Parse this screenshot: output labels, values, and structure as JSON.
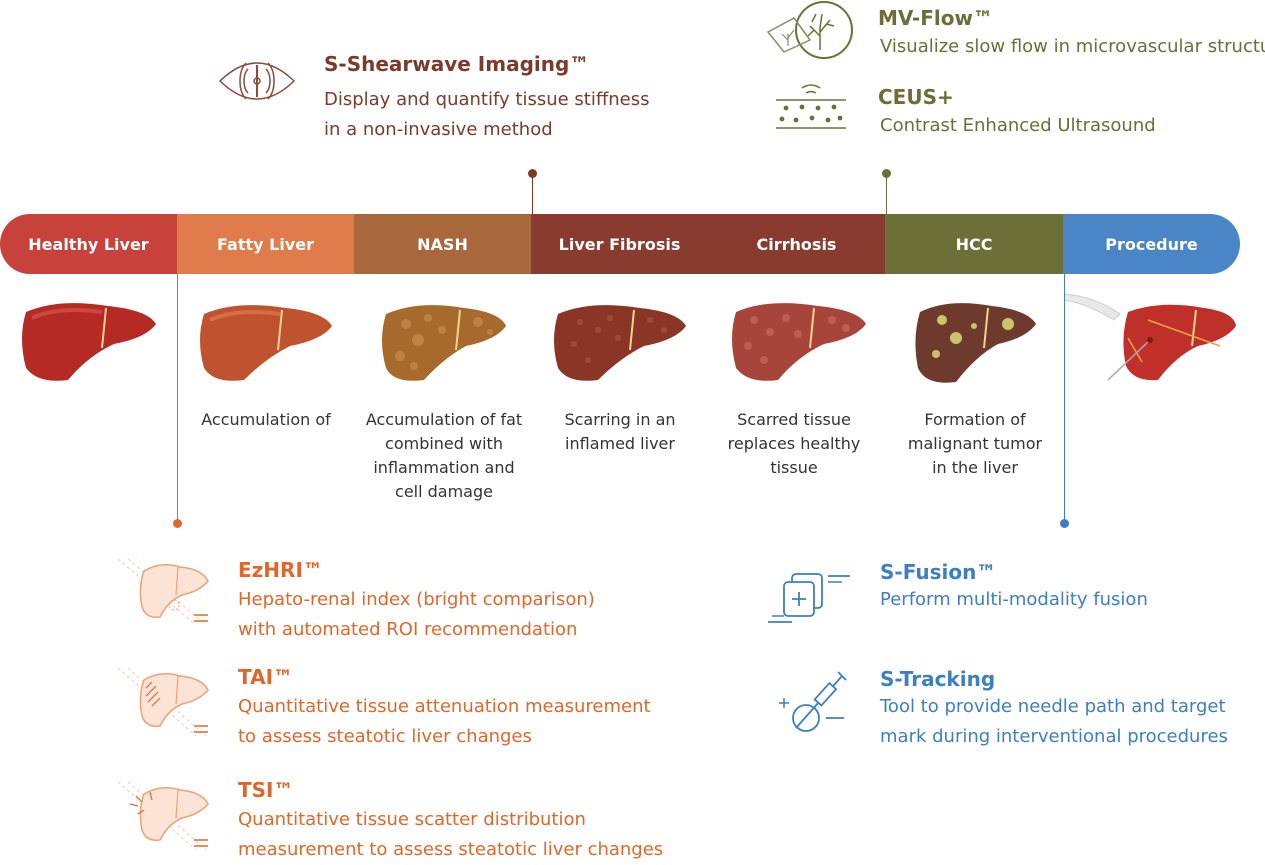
{
  "stages": [
    {
      "label": "Healthy Liver",
      "color": "#c7423a"
    },
    {
      "label": "Fatty Liver",
      "color": "#e07b4b"
    },
    {
      "label": "NASH",
      "color": "#a8683b"
    },
    {
      "label": "Liver Fibrosis",
      "color": "#8a3b2f"
    },
    {
      "label": "Cirrhosis",
      "color": "#8a3b2f"
    },
    {
      "label": "HCC",
      "color": "#6b7038"
    },
    {
      "label": "Procedure",
      "color": "#4a86c5"
    }
  ],
  "descriptions": {
    "fatty": "Accumulation of",
    "nash": "Accumulation of fat combined with inflammation and cell damage",
    "fibrosis": "Scarring in an inflamed liver",
    "cirrhosis": "Scarred tissue replaces healthy tissue",
    "hcc": "Formation of malignant tumor in the liver"
  },
  "top_features": {
    "shearwave": {
      "title": "S-Shearwave Imaging™",
      "desc1": "Display and quantify tissue stiffness",
      "desc2": "in a non-invasive method"
    },
    "mvflow": {
      "title": "MV-Flow™",
      "desc1": "Visualize slow flow in microvascular structures"
    },
    "ceus": {
      "title": "CEUS+",
      "desc1": "Contrast Enhanced Ultrasound"
    }
  },
  "bottom_left_features": [
    {
      "title": "EzHRI™",
      "desc1": "Hepato-renal index (bright comparison)",
      "desc2": "with automated ROI recommendation",
      "icon": "liver-kidney-icon"
    },
    {
      "title": "TAI™",
      "desc1": "Quantitative tissue attenuation measurement",
      "desc2": "to assess steatotic liver changes",
      "icon": "attenuation-icon"
    },
    {
      "title": "TSI™",
      "desc1": "Quantitative tissue scatter distribution",
      "desc2": "measurement to assess steatotic liver changes",
      "icon": "scatter-icon"
    }
  ],
  "bottom_right_features": [
    {
      "title": "S-Fusion™",
      "desc1": "Perform multi-modality fusion",
      "icon": "fusion-icon"
    },
    {
      "title": "S-Tracking",
      "desc1": "Tool to provide needle path and target",
      "desc2": "mark during interventional procedures",
      "icon": "needle-icon"
    }
  ],
  "colors": {
    "brown": "#7c3a2b",
    "olive": "#6c6e3a",
    "orange": "#e0672c",
    "blue": "#3d7fc1"
  }
}
